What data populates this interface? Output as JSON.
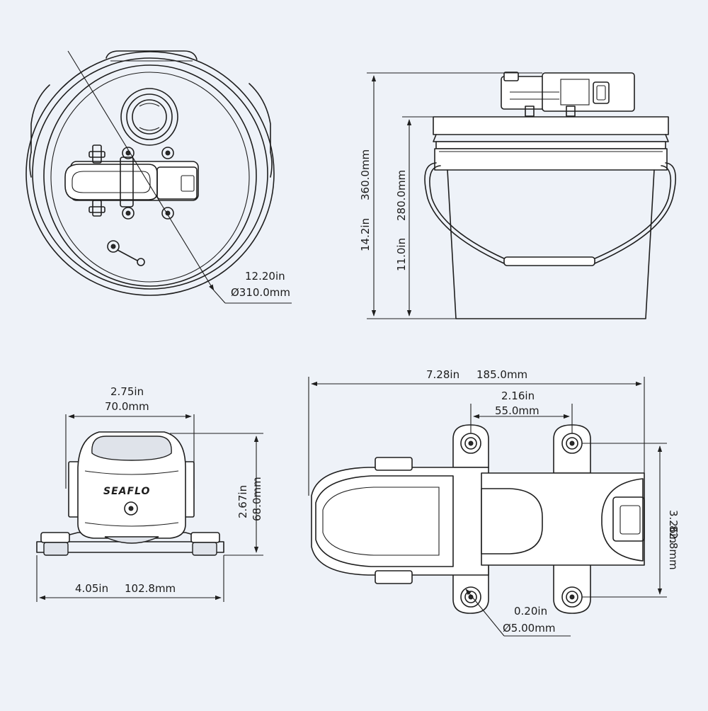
{
  "drawing": {
    "top_view": {
      "diameter_in": "12.20in",
      "diameter_mm": "Ø310.0mm"
    },
    "side_view": {
      "total_height_in": "14.2in",
      "total_height_mm": "360.0mm",
      "bucket_height_in": "11.0in",
      "bucket_height_mm": "280.0mm"
    },
    "pump_front": {
      "width_in": "2.75in",
      "width_mm": "70.0mm",
      "height_in": "2.67in",
      "height_mm": "68.0mm",
      "base_width_in": "4.05in",
      "base_width_mm": "102.8mm",
      "brand": "SEAFLO"
    },
    "pump_top": {
      "length_in": "7.28in",
      "length_mm": "185.0mm",
      "hole_spacing_in": "2.16in",
      "hole_spacing_mm": "55.0mm",
      "mount_width_in": "3.26in",
      "mount_width_mm": "82.8mm",
      "hole_dia_in": "0.20in",
      "hole_dia_mm": "Ø5.00mm"
    }
  },
  "colors": {
    "background": "#eef2f8",
    "line": "#1f1f1f"
  }
}
